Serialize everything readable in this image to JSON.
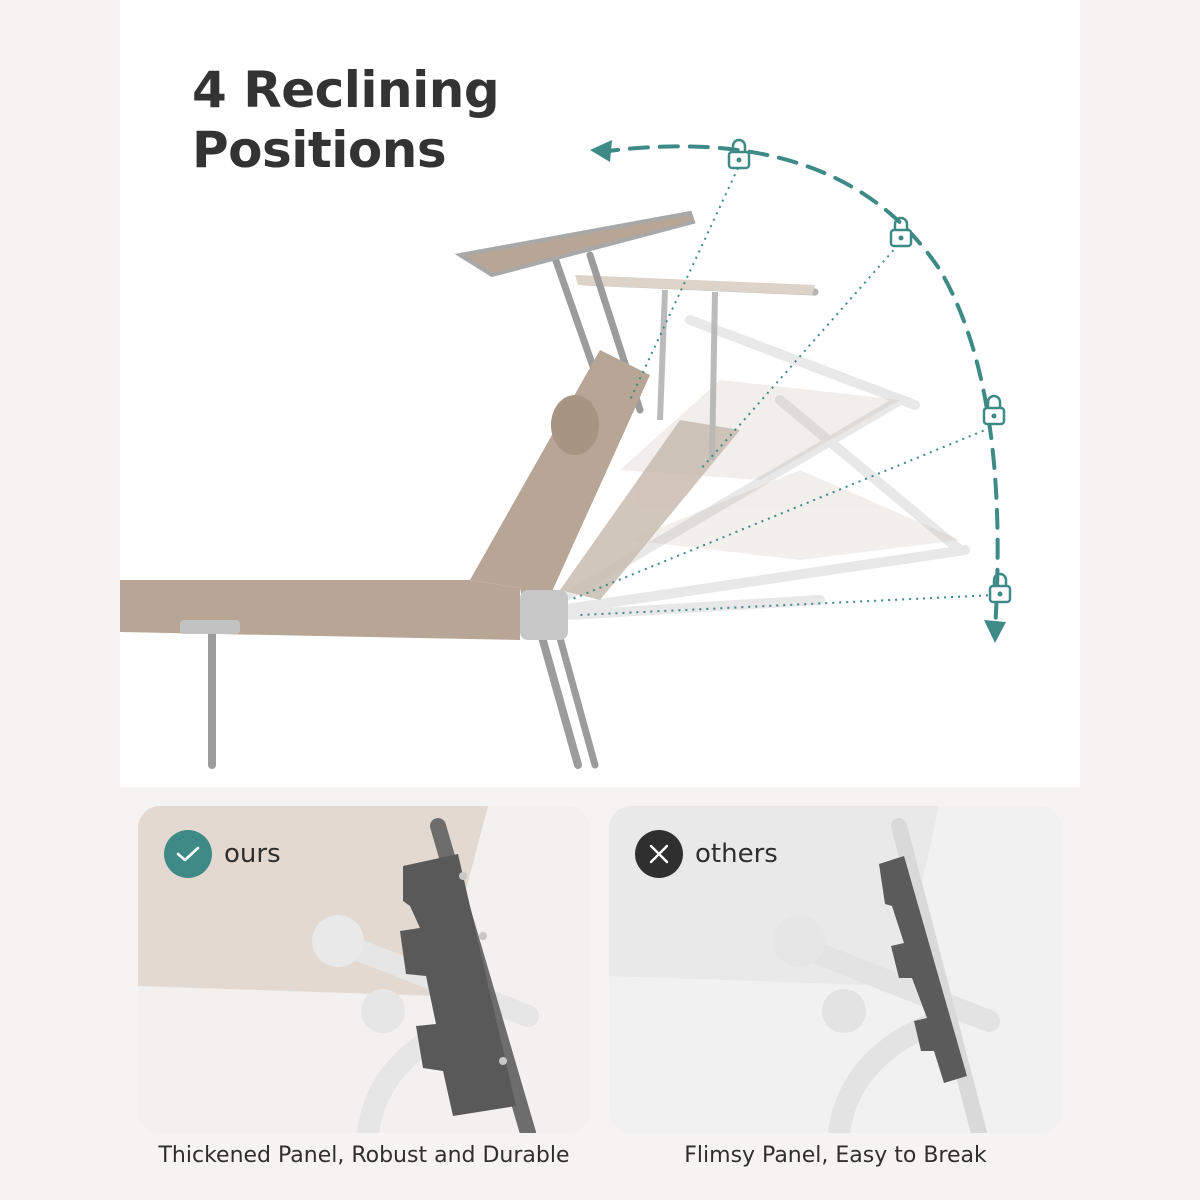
{
  "hero": {
    "title_line1": "4 Reclining",
    "title_line2": "Positions",
    "accent_color": "#3d8a86",
    "fabric_color": "#b7a595",
    "frame_color": "#a8a8a8",
    "reclining_positions": 4,
    "icons": [
      "lock-icon",
      "lock-icon",
      "lock-icon",
      "lock-icon"
    ]
  },
  "comparison": {
    "ours": {
      "label": "ours",
      "icon": "check-icon",
      "caption": "Thickened Panel, Robust and Durable",
      "color": "#3d8a86"
    },
    "others": {
      "label": "others",
      "icon": "cross-icon",
      "caption": "Flimsy Panel, Easy to Break",
      "color": "#2f2f2f"
    }
  }
}
